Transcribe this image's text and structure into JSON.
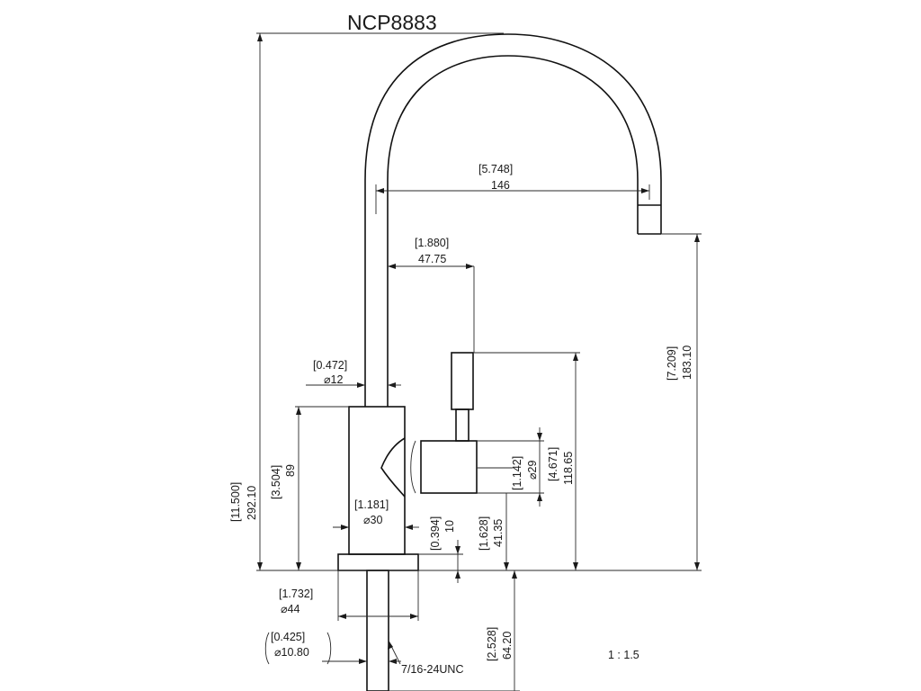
{
  "title": "NCP8883",
  "scale": "1 : 1.5",
  "thread": "7/16-24UNC",
  "dimensions": {
    "reach": {
      "inch": "[5.748]",
      "mm": "146"
    },
    "handle_offset": {
      "inch": "[1.880]",
      "mm": "47.75"
    },
    "spout_dia": {
      "inch": "[0.472]",
      "mm": "⌀12"
    },
    "body_dia": {
      "inch": "[1.181]",
      "mm": "⌀30"
    },
    "base_dia": {
      "inch": "[1.732]",
      "mm": "⌀44"
    },
    "shank_dia": {
      "inch": "[0.425]",
      "mm": "⌀10.80"
    },
    "overall_height": {
      "inch": "[11.500]",
      "mm": "292.10"
    },
    "body_height": {
      "inch": "[3.504]",
      "mm": "89"
    },
    "spout_height": {
      "inch": "[7.209]",
      "mm": "183.10"
    },
    "handle_height": {
      "inch": "[4.671]",
      "mm": "118.65"
    },
    "lever_dia": {
      "inch": "[1.142]",
      "mm": "⌀29"
    },
    "lever_center": {
      "inch": "[1.628]",
      "mm": "41.35"
    },
    "base_thickness": {
      "inch": "[0.394]",
      "mm": "10"
    },
    "shank_length": {
      "inch": "[2.528]",
      "mm": "64.20"
    }
  }
}
